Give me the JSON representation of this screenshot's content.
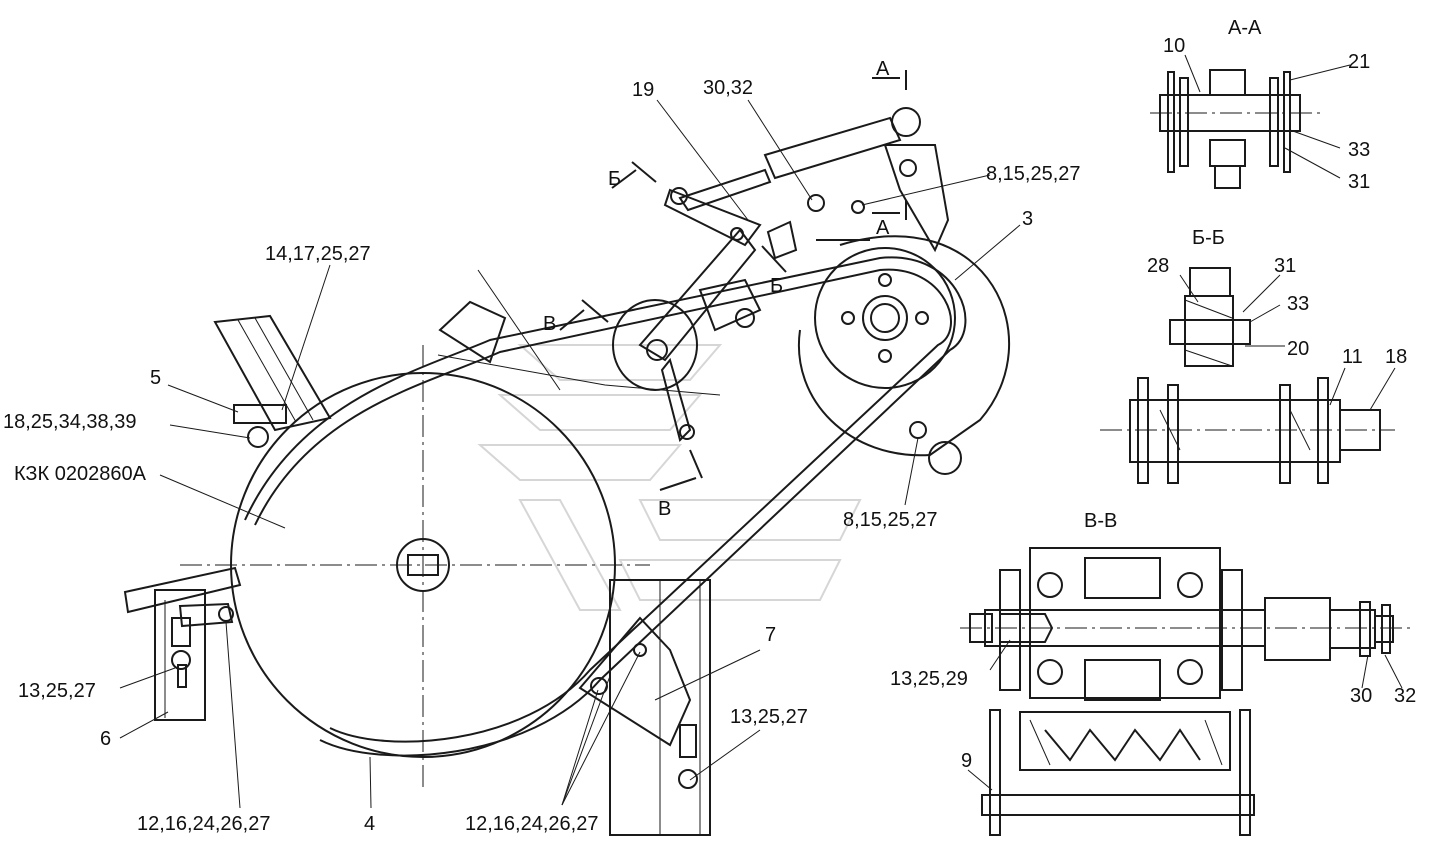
{
  "callouts": {
    "c19": "19",
    "c3032": "30,32",
    "c815_top": "8,15,25,27",
    "c3": "3",
    "c141727": "14,17,25,27",
    "c5": "5",
    "c1825": "18,25,34,38,39",
    "ckzk": "КЗК 0202860А",
    "c132527_left": "13,25,27",
    "c6": "6",
    "c12_left": "12,16,24,26,27",
    "c4": "4",
    "c12_mid": "12,16,24,26,27",
    "c7": "7",
    "c132527_right": "13,25,27",
    "c815_bottom": "8,15,25,27"
  },
  "section_marks": {
    "a_top": "А",
    "a_bottom": "А",
    "b_top": "Б",
    "b_bottom": "Б",
    "v_top": "В",
    "v_bottom": "В"
  },
  "section_aa": {
    "title": "А-А",
    "labels": {
      "l10": "10",
      "l21": "21",
      "l33": "33",
      "l31": "31"
    }
  },
  "section_bb": {
    "title": "Б-Б",
    "labels": {
      "l28": "28",
      "l31": "31",
      "l33": "33",
      "l20": "20",
      "l11": "11",
      "l18": "18"
    }
  },
  "section_vv": {
    "title": "В-В",
    "labels": {
      "l132529": "13,25,29",
      "l30": "30",
      "l32": "32",
      "l9": "9"
    }
  }
}
